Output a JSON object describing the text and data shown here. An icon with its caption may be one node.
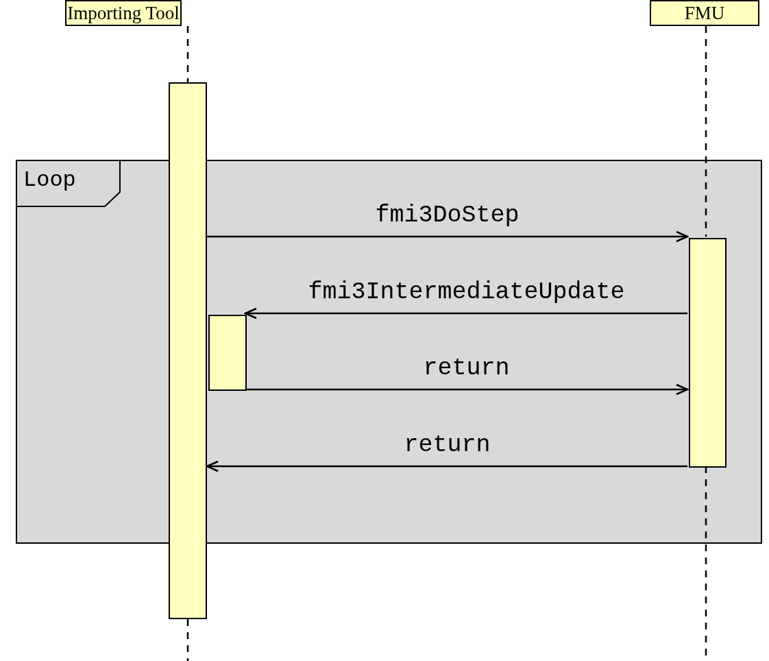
{
  "diagram": {
    "nodes": [
      {
        "text": [
          "Importing Tool"
        ]
      },
      {
        "text": [
          "FMU"
        ]
      },
      {
        "text": [
          "Loop"
        ]
      },
      {
        "text": [],
        "shape": "bar"
      },
      {
        "text": [],
        "shape": "bar",
        "in": 2
      },
      {
        "text": [],
        "shape": "bar",
        "in": 2
      }
    ],
    "edges": [
      {
        "from": 0,
        "to": 3,
        "arrow": "none",
        "style": "dashed"
      },
      {
        "from": 1,
        "to": 4,
        "arrow": "none",
        "style": "dashed"
      },
      {
        "from": 3,
        "to": 4,
        "arrow": "to",
        "label": "fmi3DoStep"
      },
      {
        "from": 4,
        "to": 5,
        "arrow": "to",
        "label": "fmi3IntermediateUpdate"
      },
      {
        "from": 5,
        "to": 4,
        "arrow": "to",
        "label": "return"
      },
      {
        "from": 4,
        "to": 3,
        "arrow": "to",
        "label": "return"
      },
      {
        "from": 3,
        "to": null,
        "arrow": "none",
        "style": "dashed"
      },
      {
        "from": 4,
        "to": null,
        "arrow": "none",
        "style": "dashed"
      }
    ]
  }
}
